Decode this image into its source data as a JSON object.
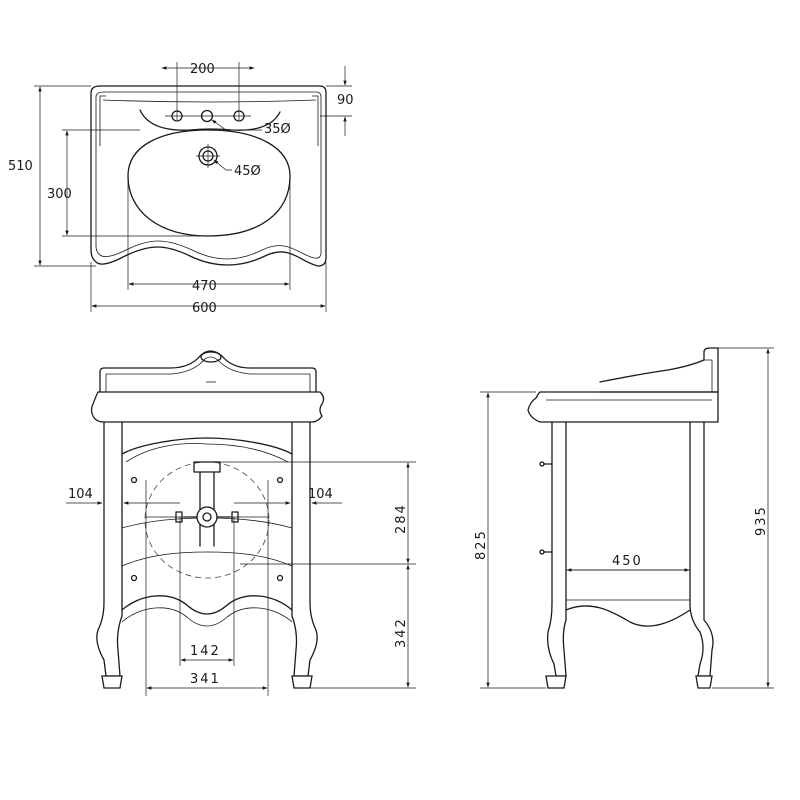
{
  "dimensions": {
    "basin_width": "600",
    "basin_depth": "510",
    "tap_spacing": "200",
    "tap_offset": "90",
    "tap_hole": "35Ø",
    "drain_hole": "45Ø",
    "bowl_width": "470",
    "bowl_depth": "300",
    "side_104_left": "104",
    "side_104_right": "104",
    "trap_height": "284",
    "lower_height": "342",
    "trap_width": "142",
    "leg_span": "341",
    "side_height": "825",
    "side_depth": "450",
    "total_height": "935"
  }
}
